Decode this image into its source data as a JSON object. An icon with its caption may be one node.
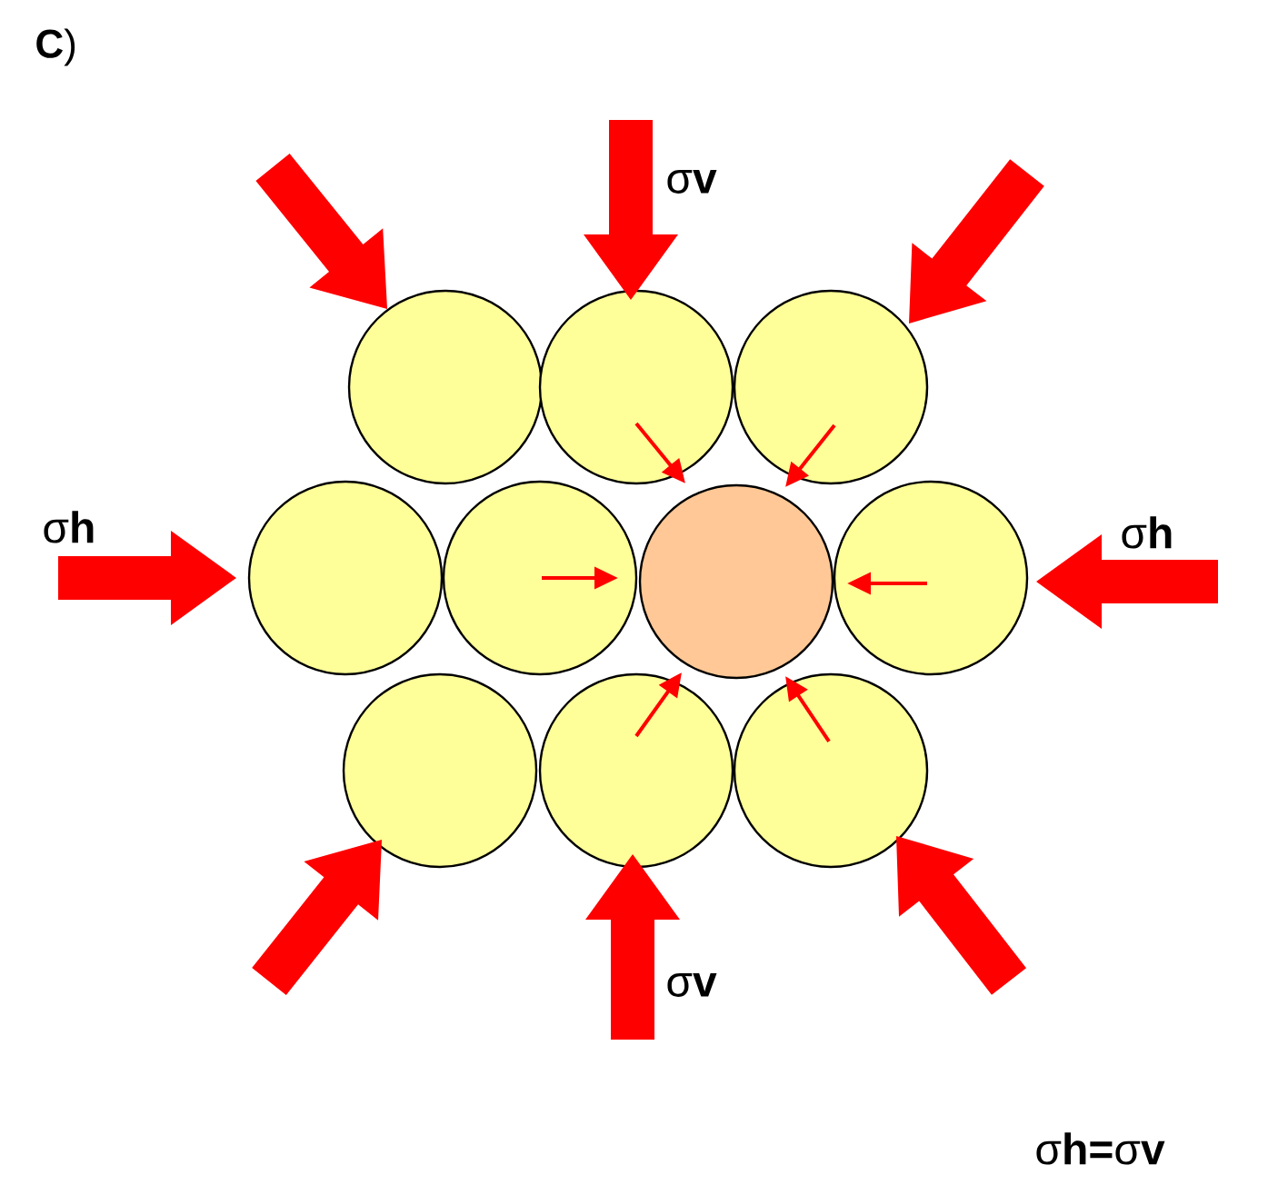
{
  "diagram": {
    "nodes": [
      {
        "text": [],
        "shape": "circle"
      },
      {
        "text": [],
        "shape": "circle"
      },
      {
        "text": [],
        "shape": "circle"
      },
      {
        "text": [],
        "shape": "circle"
      },
      {
        "text": [],
        "shape": "circle"
      },
      {
        "text": [],
        "shape": "circle"
      },
      {
        "text": [],
        "shape": "circle"
      },
      {
        "text": [],
        "shape": "circle"
      },
      {
        "text": [],
        "shape": "circle"
      },
      {
        "text": [],
        "shape": "circle"
      }
    ],
    "labels": [
      "**C**)",
      "σ**v**",
      "σ**h**",
      "σ**h**",
      "σ**v**",
      "σ**h=**σ**v**"
    ]
  }
}
